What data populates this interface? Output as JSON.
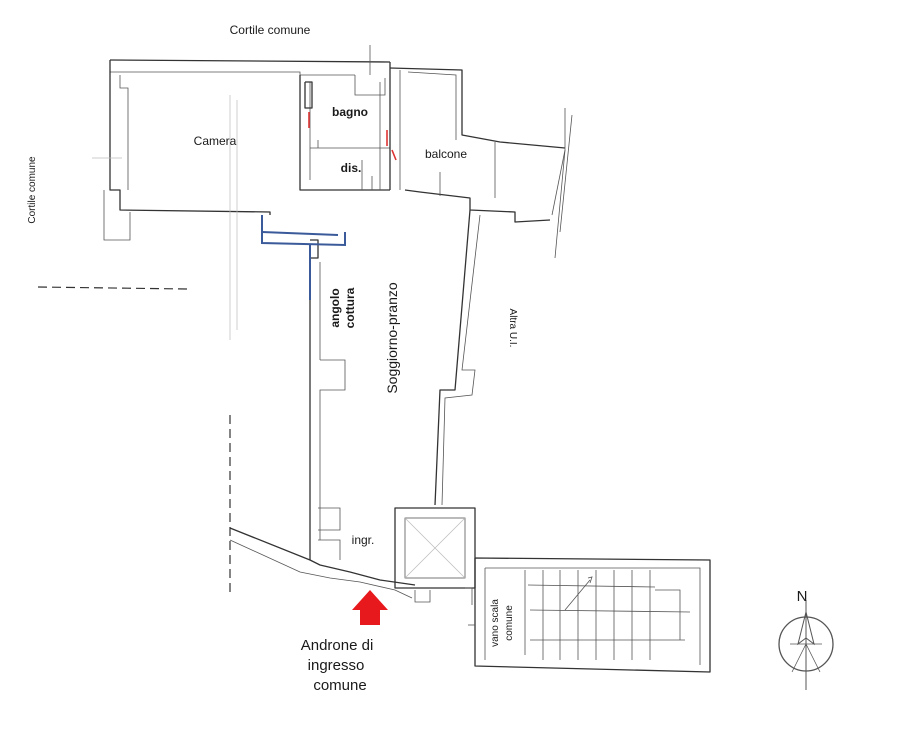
{
  "labels": {
    "courtyard_top": "Cortile comune",
    "courtyard_left": "Cortile comune",
    "bedroom": "Camera",
    "bathroom": "bagno",
    "hallway": "dis.",
    "balcony": "balcone",
    "kitchen_line1": "angolo",
    "kitchen_line2": "cottura",
    "living": "Soggiorno-pranzo",
    "other_unit": "Altra U.I.",
    "entrance": "ingr.",
    "stair_line1": "vano scala",
    "stair_line2": "comune",
    "lobby_line1": "Androne di",
    "lobby_line2": "ingresso",
    "lobby_line3": "comune",
    "north": "N"
  },
  "colors": {
    "arrow": "#e8191d",
    "kitchen_wall": "#3a5a9a",
    "door_marks": "#dd3333"
  }
}
